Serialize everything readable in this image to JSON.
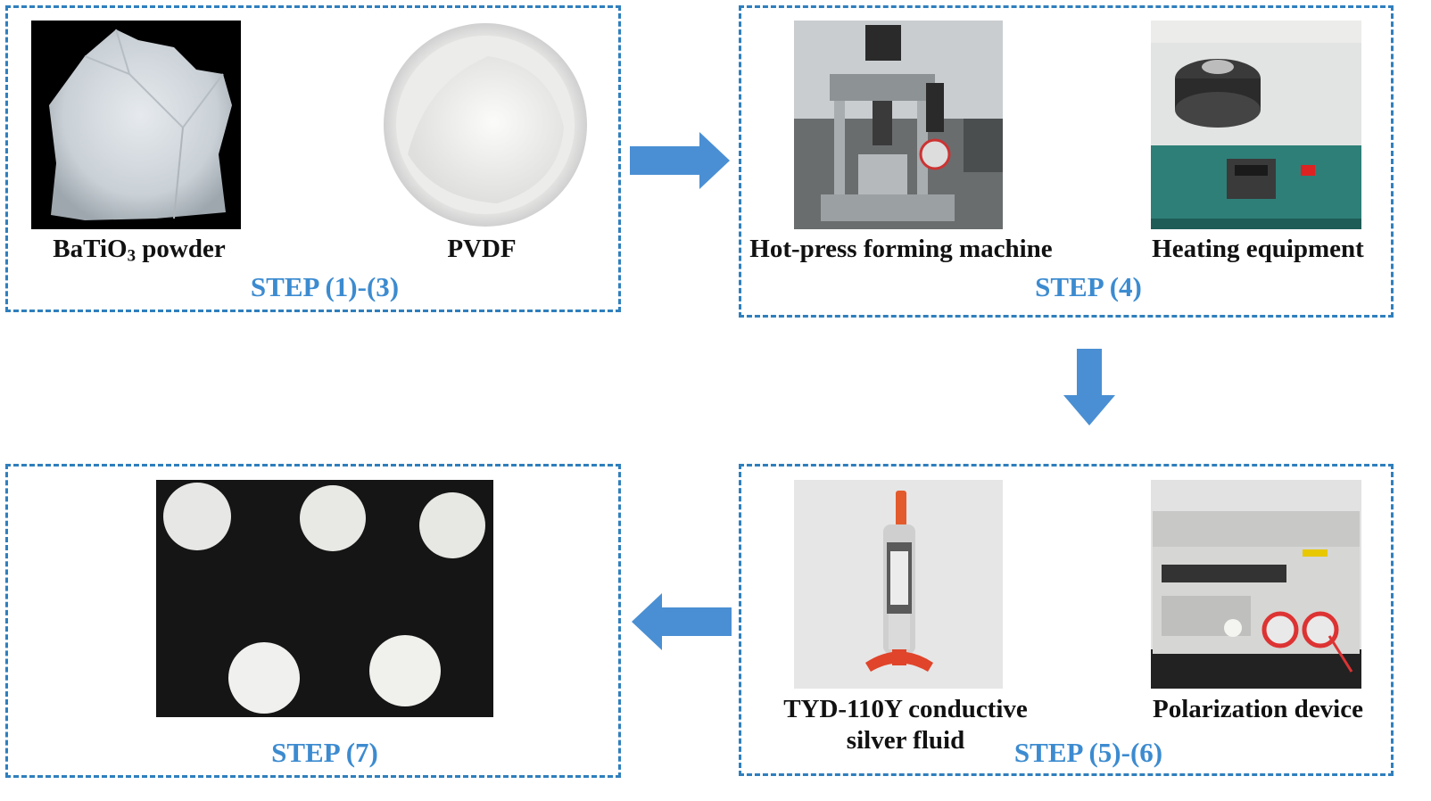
{
  "panels": [
    {
      "step_label": "STEP (1)-(3)",
      "items": [
        {
          "caption_main": "BaTiO",
          "caption_sub": "3",
          "caption_rest": " powder"
        },
        {
          "caption": "PVDF"
        }
      ]
    },
    {
      "step_label": "STEP (4)",
      "items": [
        {
          "caption": "Hot-press forming machine"
        },
        {
          "caption": "Heating equipment"
        }
      ]
    },
    {
      "step_label": "STEP (5)-(6)",
      "items": [
        {
          "caption_line1": "TYD-110Y conductive",
          "caption_line2": "silver fluid"
        },
        {
          "caption": "Polarization device"
        }
      ]
    },
    {
      "step_label": "STEP (7)"
    }
  ],
  "colors": {
    "dash_border": "#2f7fbd",
    "arrow_fill": "#4a8fd3",
    "step_text": "#3c8bd0"
  }
}
